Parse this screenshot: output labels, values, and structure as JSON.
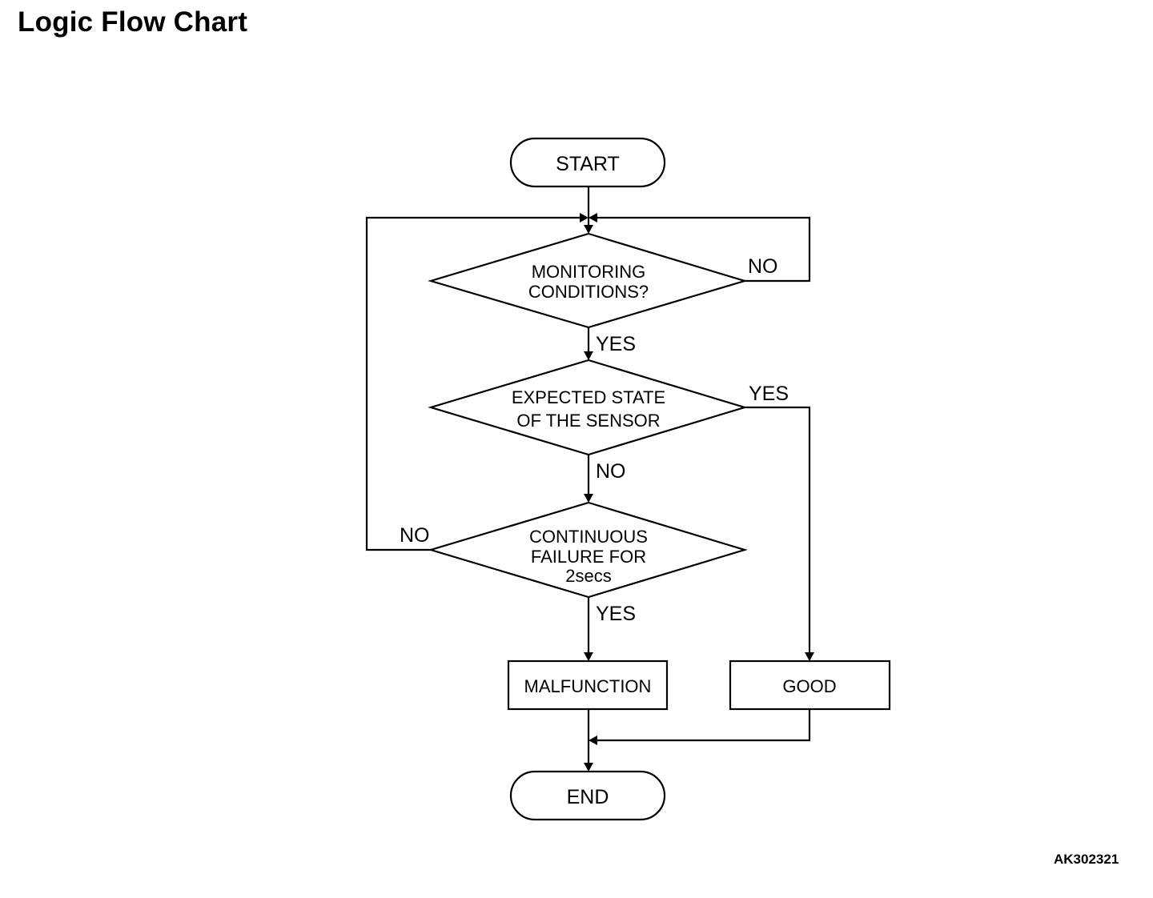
{
  "title": "Logic Flow Chart",
  "figure_code": "AK302321",
  "nodes": {
    "start": "START",
    "monitoring": {
      "line1": "MONITORING",
      "line2": "CONDITIONS?"
    },
    "expected": {
      "line1": "EXPECTED STATE",
      "line2": "OF THE SENSOR"
    },
    "continuous": {
      "line1": "CONTINUOUS",
      "line2": "FAILURE FOR",
      "line3": "2secs"
    },
    "malfunction": "MALFUNCTION",
    "good": "GOOD",
    "end": "END"
  },
  "branch_labels": {
    "monitoring_no": "NO",
    "monitoring_yes": "YES",
    "expected_yes": "YES",
    "expected_no": "NO",
    "continuous_no": "NO",
    "continuous_yes": "YES"
  }
}
